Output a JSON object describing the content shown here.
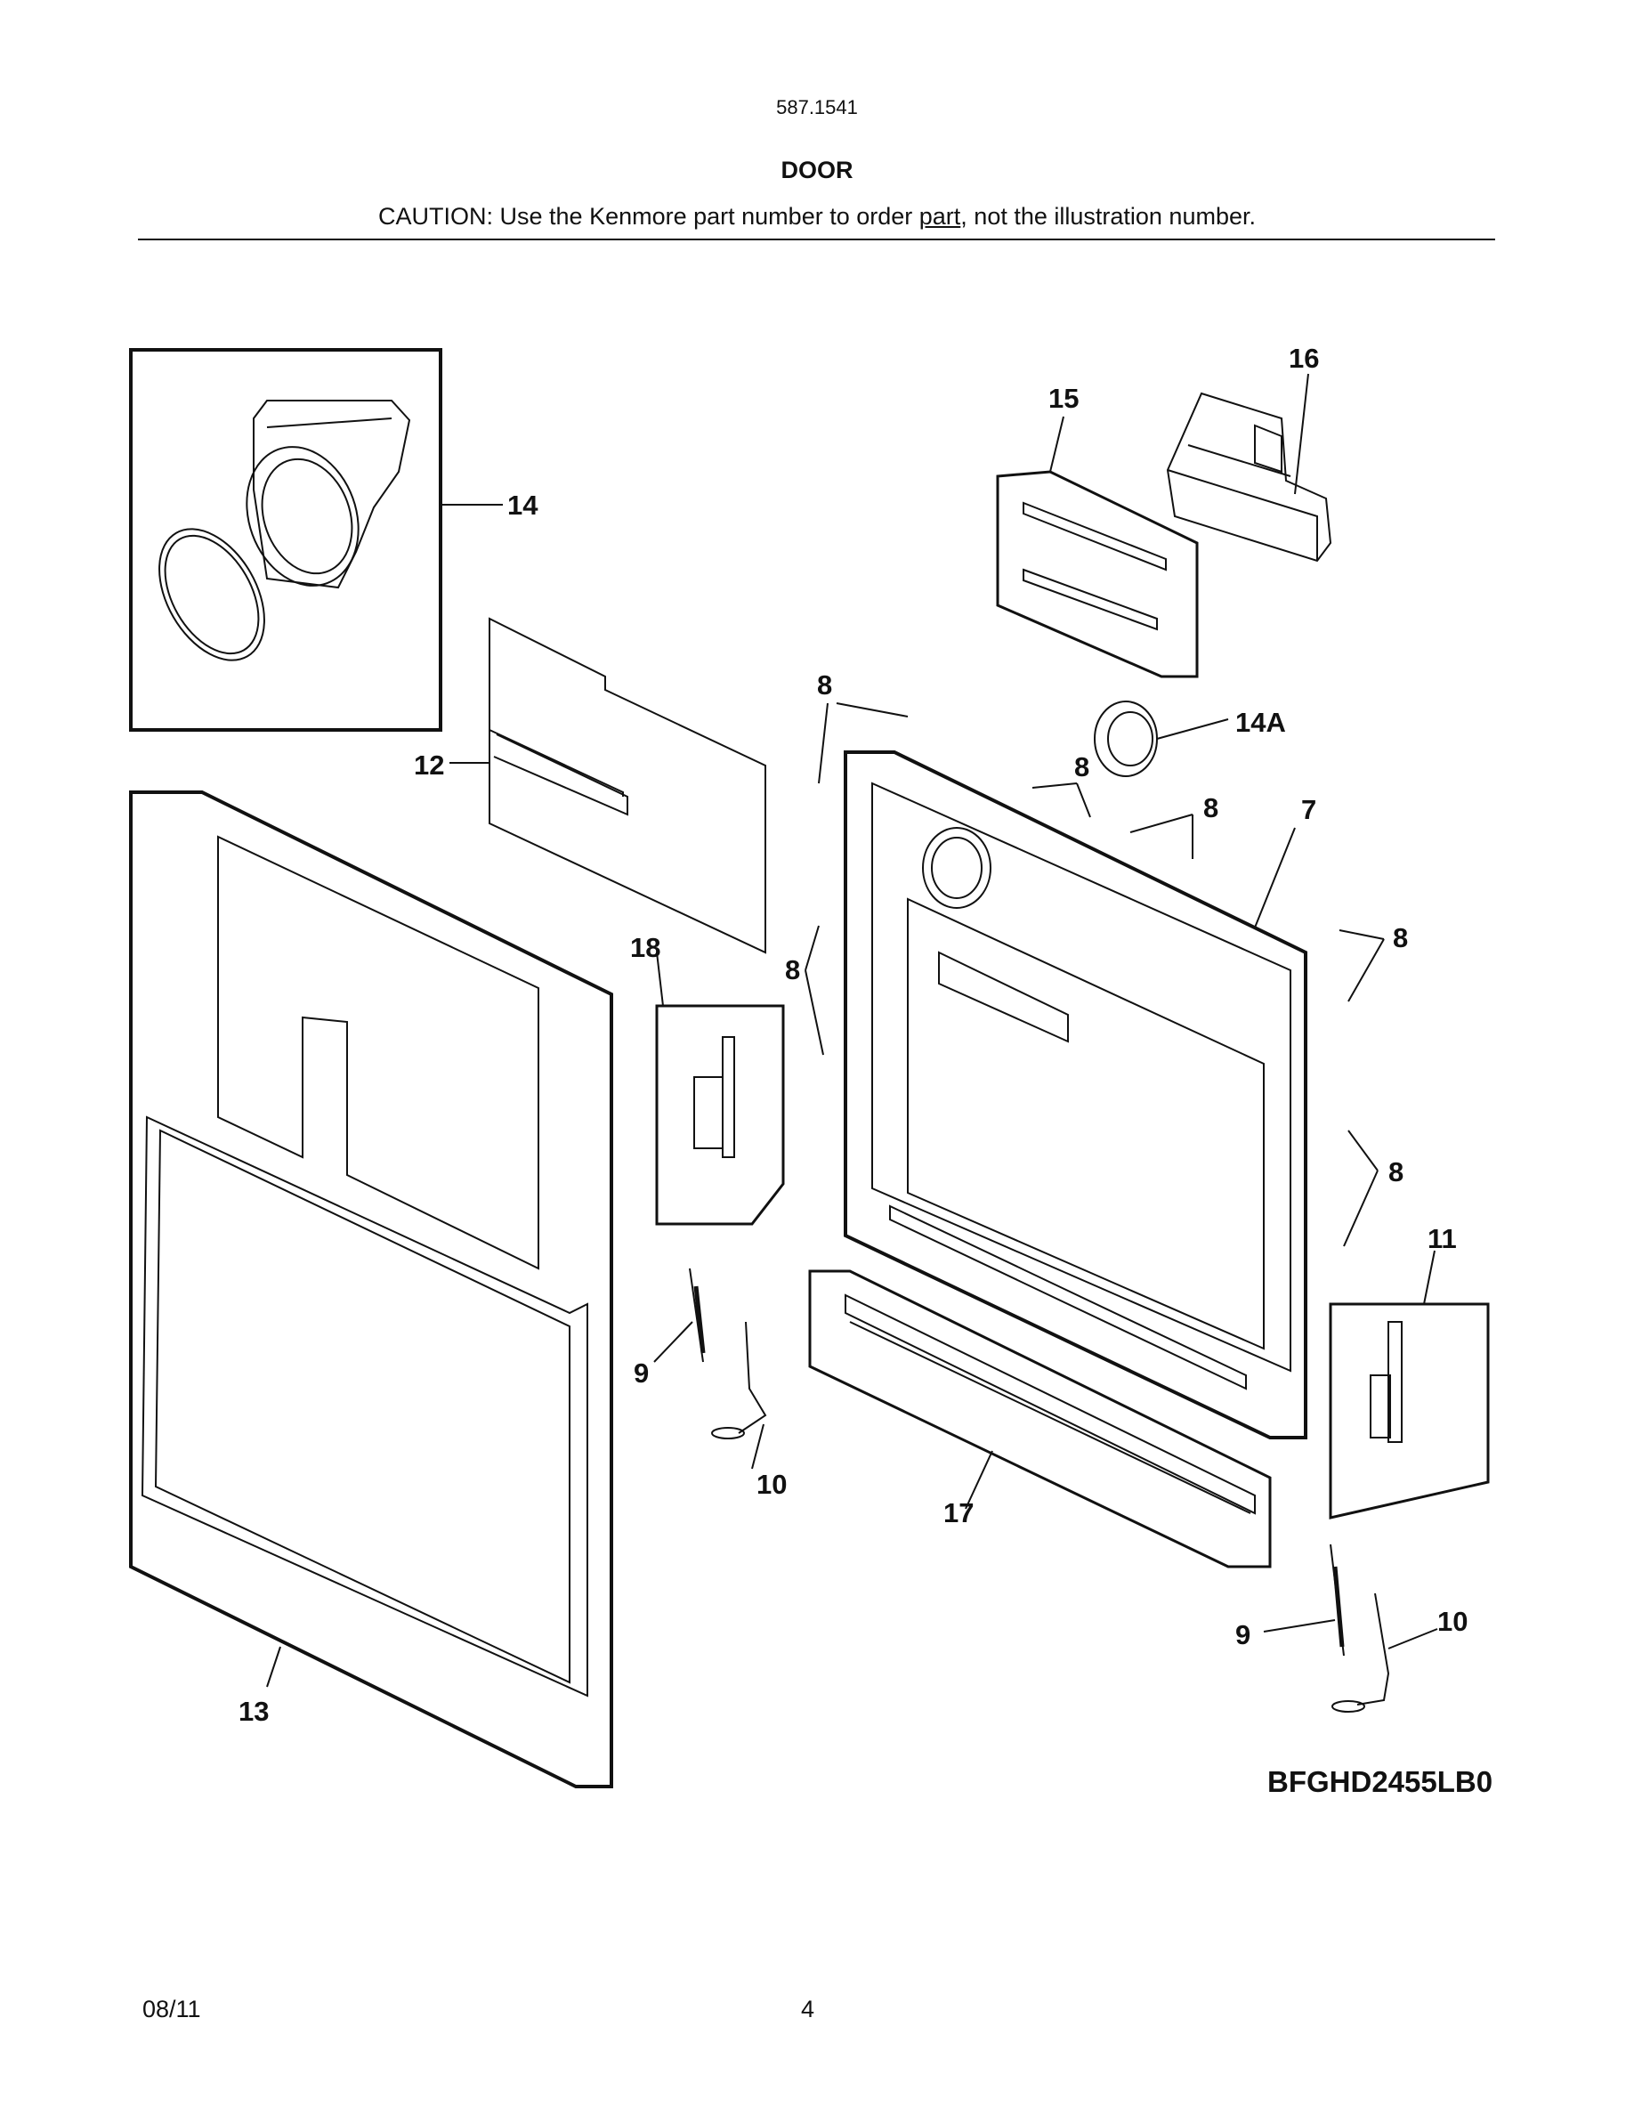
{
  "header": {
    "model_number": "587.1541",
    "section_title": "DOOR",
    "caution_before": "CAUTION: Use the Kenmore part number to order ",
    "caution_underlined": "part",
    "caution_after": ", not the illustration number."
  },
  "diagram": {
    "model_code": "BFGHD2455LB0",
    "callouts": {
      "c16": "16",
      "c15": "15",
      "c14": "14",
      "c14a": "14A",
      "c8": "8",
      "c12": "12",
      "c7": "7",
      "c18": "18",
      "c13": "13",
      "c9": "9",
      "c10": "10",
      "c17": "17",
      "c11": "11"
    }
  },
  "footer": {
    "date": "08/11",
    "page": "4"
  }
}
